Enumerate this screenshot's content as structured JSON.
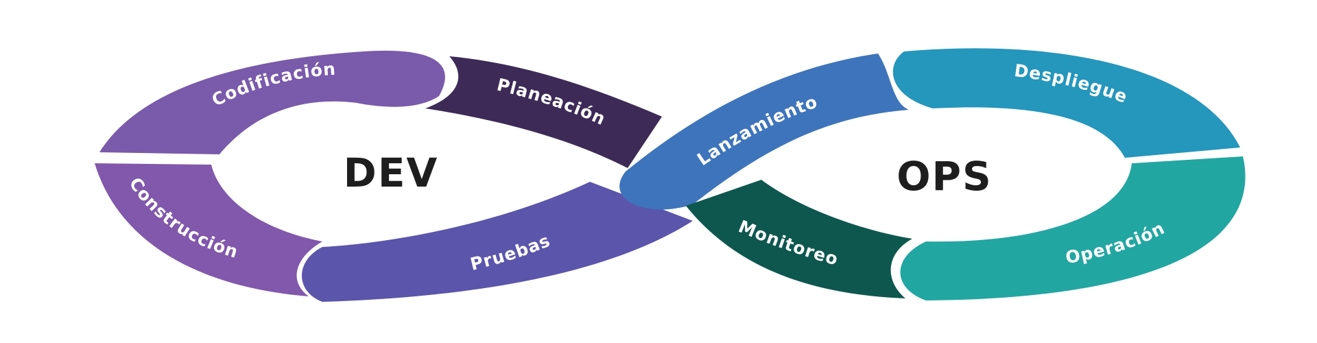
{
  "dev_label": "DEV",
  "ops_label": "OPS",
  "segments": {
    "codificacion": {
      "label": "Codificación",
      "color": "#7a5aab"
    },
    "planeacion": {
      "label": "Planeación",
      "color": "#3d2a57"
    },
    "construccion": {
      "label": "Construcción",
      "color": "#8158ab"
    },
    "pruebas": {
      "label": "Pruebas",
      "color": "#5b55ab"
    },
    "lanzamiento": {
      "label": "Lanzamiento",
      "color": "#3e74bb"
    },
    "despliegue": {
      "label": "Despliegue",
      "color": "#2596bc"
    },
    "operacion": {
      "label": "Operación",
      "color": "#22a6a2"
    },
    "monitoreo": {
      "label": "Monitoreo",
      "color": "#0e574f"
    }
  }
}
